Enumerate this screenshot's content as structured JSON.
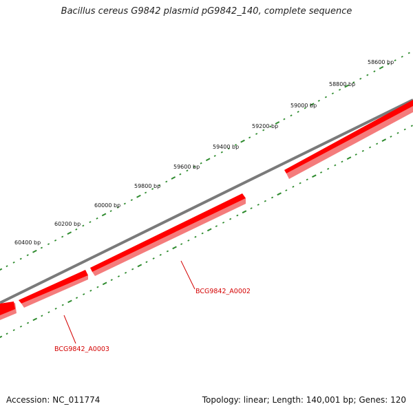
{
  "title": "Bacillus cereus G9842 plasmid pG9842_140, complete sequence",
  "accession_label": "Accession: NC_011774",
  "summary_label": "Topology: linear; Length: 140,001 bp; Genes: 120",
  "colors": {
    "backbone": "#7a7a7a",
    "gene": "#ff0000",
    "gene_shadow": "#f47c7c",
    "tick": "#2e8b2e",
    "label": "#d40000"
  },
  "scale_ticks": [
    {
      "text": "58600 bp"
    },
    {
      "text": "58800 bp"
    },
    {
      "text": "59000 bp"
    },
    {
      "text": "59200 bp"
    },
    {
      "text": "59400 bp"
    },
    {
      "text": "59600 bp"
    },
    {
      "text": "59800 bp"
    },
    {
      "text": "60000 bp"
    },
    {
      "text": "60200 bp"
    },
    {
      "text": "60400 bp"
    }
  ],
  "genes": [
    {
      "label": "BCG9842_A0002"
    },
    {
      "label": "BCG9842_A0003"
    }
  ]
}
